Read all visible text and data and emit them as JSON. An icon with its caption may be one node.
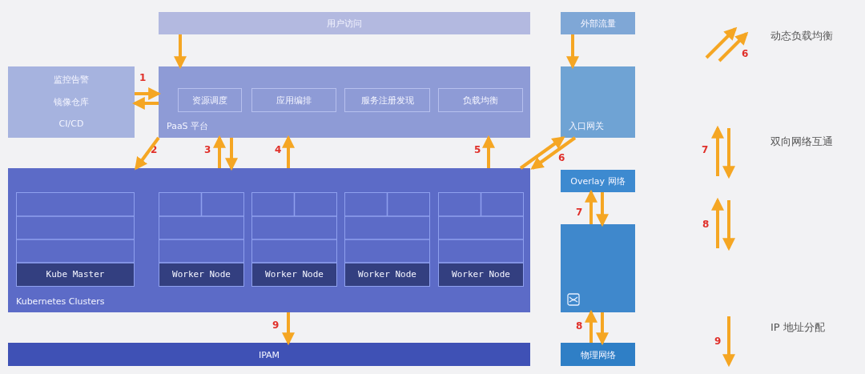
{
  "diagram": {
    "nodes": [
      {
        "text": [
          "用户访问"
        ]
      },
      {
        "text": [
          "外部流量"
        ]
      },
      {
        "text": [
          "监控告警",
          "镜像仓库",
          "CI/CD"
        ]
      },
      {
        "text": [
          "PaaS 平台"
        ]
      },
      {
        "text": [
          "资源调度"
        ],
        "in": 3
      },
      {
        "text": [
          "应用编排"
        ],
        "in": 3
      },
      {
        "text": [
          "服务注册发现"
        ],
        "in": 3
      },
      {
        "text": [
          "负载均衡"
        ],
        "in": 3
      },
      {
        "text": [
          "入口网关"
        ]
      },
      {
        "text": [
          "Kubernetes Clusters"
        ]
      },
      {
        "text": [
          "Kube Master"
        ],
        "in": 9
      },
      {
        "text": [
          "Worker Node"
        ],
        "in": 9
      },
      {
        "text": [
          "Worker Node"
        ],
        "in": 9
      },
      {
        "text": [
          "Worker Node"
        ],
        "in": 9
      },
      {
        "text": [
          "Worker Node"
        ],
        "in": 9
      },
      {
        "text": [
          "IPAM"
        ]
      },
      {
        "text": [
          "Overlay 网络"
        ]
      },
      {
        "text": [],
        "shape": "box"
      },
      {
        "text": [
          "物理网络"
        ]
      }
    ],
    "edges": [
      {
        "from": 0,
        "to": 3,
        "arrow": "to"
      },
      {
        "from": 1,
        "to": 8,
        "arrow": "to"
      },
      {
        "from": 2,
        "to": 3,
        "arrow": "to"
      },
      {
        "from": 3,
        "to": 2,
        "arrow": "to"
      },
      {
        "from": 3,
        "to": 9,
        "arrow": "to"
      },
      {
        "from": 9,
        "to": 3,
        "arrow": "to"
      },
      {
        "from": 3,
        "to": 9,
        "arrow": "to"
      },
      {
        "from": 9,
        "to": 3,
        "arrow": "to"
      },
      {
        "from": 9,
        "to": 3,
        "arrow": "to"
      },
      {
        "from": 9,
        "to": 8,
        "arrow": "to"
      },
      {
        "from": 8,
        "to": 9,
        "arrow": "to"
      },
      {
        "from": 17,
        "to": 16,
        "arrow": "to"
      },
      {
        "from": 16,
        "to": 17,
        "arrow": "to"
      },
      {
        "from": 18,
        "to": 17,
        "arrow": "to"
      },
      {
        "from": 17,
        "to": 18,
        "arrow": "to"
      },
      {
        "from": 9,
        "to": 15,
        "arrow": "to"
      }
    ],
    "labels": [
      "6",
      "1",
      "2",
      "3",
      "4",
      "5",
      "6",
      "7",
      "7",
      "8",
      "9",
      "8",
      "9"
    ],
    "legend": [
      {
        "text": "动态负载均衡"
      },
      {
        "text": "双向网络互通"
      },
      {
        "text": "IP 地址分配"
      }
    ]
  }
}
